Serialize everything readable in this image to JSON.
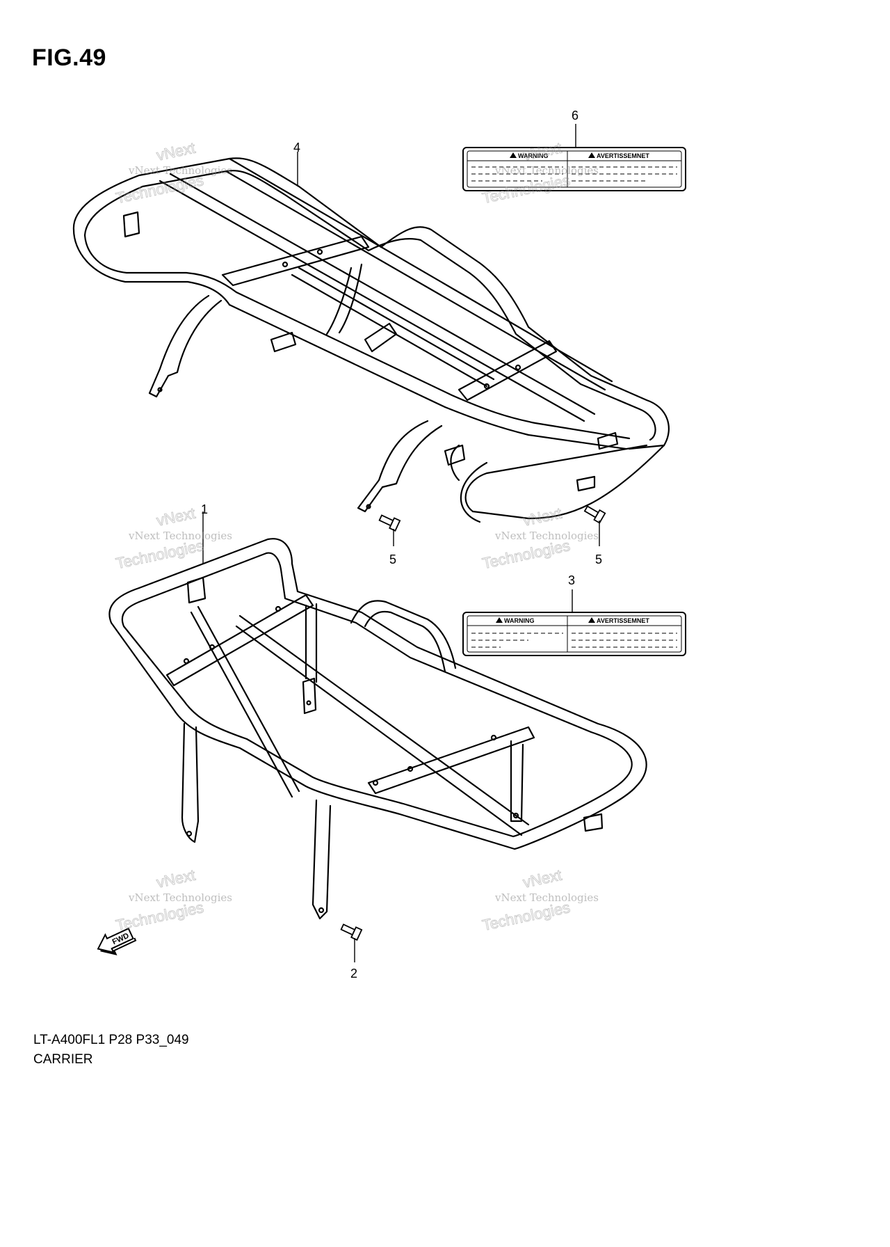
{
  "figure": {
    "title": "FIG.49",
    "model_code": "LT-A400FL1 P28 P33_049",
    "section_name": "CARRIER"
  },
  "callouts": [
    "6",
    "4",
    "5",
    "5",
    "3",
    "2",
    "1"
  ],
  "warning_labels": [
    {
      "left_heading": "WARNING",
      "right_heading": "AVERTISSEMNET"
    },
    {
      "left_heading": "WARNING",
      "right_heading": "AVERTISSEMNET"
    }
  ],
  "fwd_arrow": {
    "text": "FWD"
  },
  "watermarks": [
    {
      "line1": "vNext",
      "line2": "vNext Technologies",
      "line3": "Technologies"
    },
    {
      "line1": "vNext",
      "line2": "vNext Technologies",
      "line3": "Technologies"
    },
    {
      "line1": "vNext",
      "line2": "vNext Technologies",
      "line3": "Technologies"
    },
    {
      "line1": "vNext",
      "line2": "vNext Technologies",
      "line3": "Technologies"
    },
    {
      "line1": "vNext",
      "line2": "vNext Technologies",
      "line3": "Technologies"
    },
    {
      "line1": "vNext",
      "line2": "vNext Technologies",
      "line3": "Technologies"
    }
  ]
}
